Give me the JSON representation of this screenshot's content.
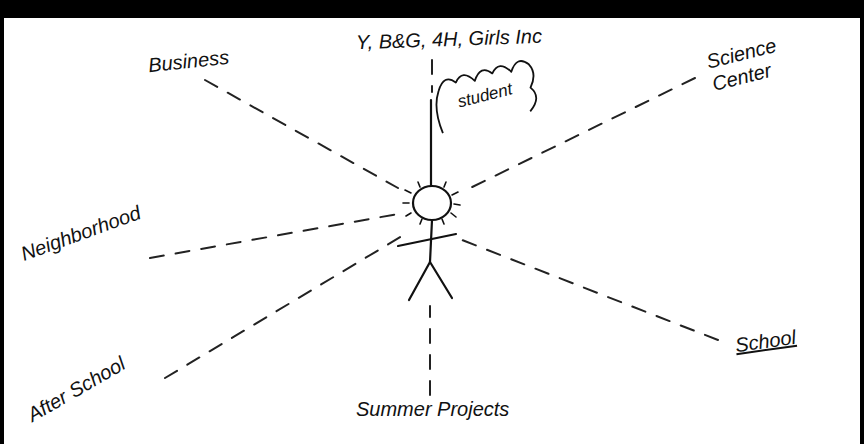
{
  "diagram": {
    "nodes": [
      {
        "text": [
          "student"
        ]
      }
    ],
    "labels": [
      "Y, B&G, 4H, Girls Inc",
      "Business",
      "Science Center",
      "Neighborhood",
      "School",
      "After School",
      "Summer Projects"
    ]
  }
}
